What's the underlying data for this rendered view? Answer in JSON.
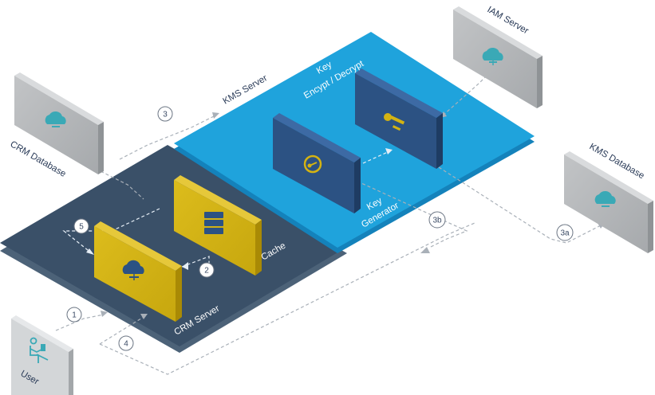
{
  "labels": {
    "iam_server": "IAM Server",
    "kms_server": "KMS Server",
    "key_encrypt_title": "Key",
    "key_encrypt_sub": "Encypt / Decrypt",
    "crm_database": "CRM Database",
    "kms_database": "KMS Database",
    "key_generator_title": "Key",
    "key_generator_sub": "Generator",
    "cache": "Cache",
    "crm_server": "CRM Server",
    "user": "User"
  },
  "steps": {
    "s1": "1",
    "s2": "2",
    "s3": "3",
    "s3a": "3a",
    "s3b": "3b",
    "s4": "4",
    "s5": "5"
  },
  "colors": {
    "kms_platform": "#1fa3dc",
    "crm_platform": "#3a5068",
    "module_gold": "#d4b312",
    "module_navy": "#2c5283",
    "server_gray": "#b0b3b6",
    "icon_teal": "#3aa9b6"
  },
  "icons": [
    "cloud-server-icon",
    "key-icon",
    "refresh-key-icon",
    "database-stack-icon",
    "user-at-desk-icon"
  ]
}
